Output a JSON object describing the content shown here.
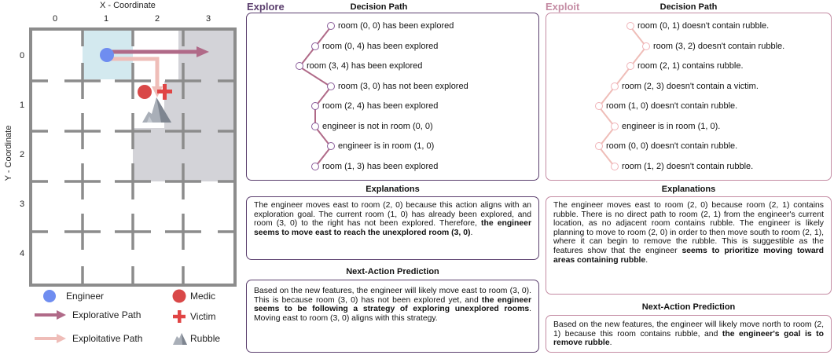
{
  "map": {
    "x_axis_title": "X - Coordinate",
    "y_axis_title": "Y - Coordinate",
    "x_ticks": [
      "0",
      "1",
      "2",
      "3"
    ],
    "y_ticks": [
      "0",
      "1",
      "2",
      "3",
      "4"
    ],
    "colors": {
      "explored_cell": "#d3e9ef",
      "unexplored_cell": "#d3d3d8",
      "engineer": "#6f8df0",
      "medic": "#d94848",
      "victim": "#e04545",
      "explorative_arrow": "#b06a88",
      "exploitative_arrow": "#efbdb8",
      "wall": "#8c8c8c"
    }
  },
  "legend": {
    "engineer": "Engineer",
    "medic": "Medic",
    "explorative_path": "Explorative Path",
    "victim": "Victim",
    "exploitative_path": "Exploitative Path",
    "rubble": "Rubble"
  },
  "explore": {
    "tag": "Explore",
    "decision_path_title": "Decision Path",
    "decision_path": [
      "room (0, 0) has been explored",
      "room (0, 4) has been explored",
      "room (3, 4) has been explored",
      "room (3, 0) has not been explored",
      "room (2, 4) has been explored",
      "engineer is not in room (0, 0)",
      "engineer is in room (1, 0)",
      "room (1, 3) has been explored"
    ],
    "explanations_title": "Explanations",
    "explanation_text": "The engineer moves east to room (2, 0) because this action aligns with an exploration goal. The current room (1, 0) has already been explored, and room (3, 0) to the right has not been explored. Therefore, ",
    "explanation_bold": "the engineer seems to move east to reach the unexplored room (3, 0)",
    "explanation_end": ".",
    "prediction_title": "Next-Action Prediction",
    "prediction_text": "Based on the new features, the engineer will likely move east to room (3, 0). This is because room (3, 0) has not been explored yet, and ",
    "prediction_bold": "the engineer seems to be following a strategy of exploring unexplored rooms",
    "prediction_end": ". Moving east to room (3, 0) aligns with this strategy."
  },
  "exploit": {
    "tag": "Exploit",
    "decision_path_title": "Decision Path",
    "decision_path": [
      "room (0, 1) doesn't contain rubble.",
      "room (3, 2) doesn't contain rubble.",
      "room (2, 1) contains rubble.",
      "room (2, 3) doesn't contain a victim.",
      "room (1, 0) doesn't contain rubble.",
      "engineer is in room (1, 0).",
      "room (0, 0) doesn't contain rubble.",
      "room (1, 2) doesn't contain rubble."
    ],
    "explanations_title": "Explanations",
    "explanation_text": "The engineer moves east to room (2, 0) because room (2, 1) contains rubble. There is no direct path to room (2, 1) from the engineer's current location, as no adjacent room contains rubble. The engineer is likely planning to move to room (2, 0) in order to then move south to room (2, 1), where it can begin to remove the rubble. This is suggestible as the features show that the engineer ",
    "explanation_bold": "seems to prioritize moving toward areas containing rubble",
    "explanation_end": ".",
    "prediction_title": "Next-Action Prediction",
    "prediction_text": "Based on the new features, the engineer will likely move north to room (2, 1) because this room contains rubble, and ",
    "prediction_bold": "the engineer's goal is to remove rubble",
    "prediction_end": "."
  }
}
